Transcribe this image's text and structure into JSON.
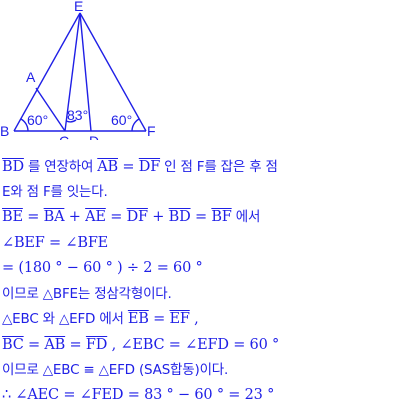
{
  "figure": {
    "labels": {
      "E": "E",
      "A": "A",
      "B": "B",
      "C": "C",
      "D": "D",
      "F": "F"
    },
    "angles": {
      "b": "60°",
      "ecd": "83°",
      "f": "60°"
    }
  },
  "lines": {
    "l1": {
      "seg1": "BD",
      "t1": " 를 연장하여 ",
      "seg2": "AB",
      "eq": " = ",
      "seg3": "DF",
      "t2": " 인 점 F를 잡은 후 점"
    },
    "l2": {
      "t": "E와 점 F를 잇는다."
    },
    "l3": {
      "s1": "BE",
      "p1": " = ",
      "s2": "BA",
      "p2": " + ",
      "s3": "AE",
      "p3": " = ",
      "s4": "DF",
      "p4": " + ",
      "s5": "BD",
      "p5": " = ",
      "s6": "BF",
      "t": " 에서"
    },
    "l4": {
      "t": "∠BEF = ∠BFE"
    },
    "l5": {
      "t": "= (180 ° − 60 ° ) ÷ 2 = 60 °"
    },
    "l6": {
      "t": "이므로 △BFE는 정삼각형이다."
    },
    "l7": {
      "t1": "△EBC 와 △EFD 에서 ",
      "s1": "EB",
      "eq": " = ",
      "s2": "EF",
      "t2": " ,"
    },
    "l8": {
      "s1": "BC",
      "p1": " = ",
      "s2": "AB",
      "p2": " = ",
      "s3": "FD",
      "t": " ,  ∠EBC = ∠EFD = 60 °"
    },
    "l9": {
      "t": "이므로 △EBC ≡ △EFD (SAS합동)이다."
    },
    "l10": {
      "t": "∴  ∠AEC = ∠FED = 83 ° − 60 ° = 23 °"
    }
  }
}
